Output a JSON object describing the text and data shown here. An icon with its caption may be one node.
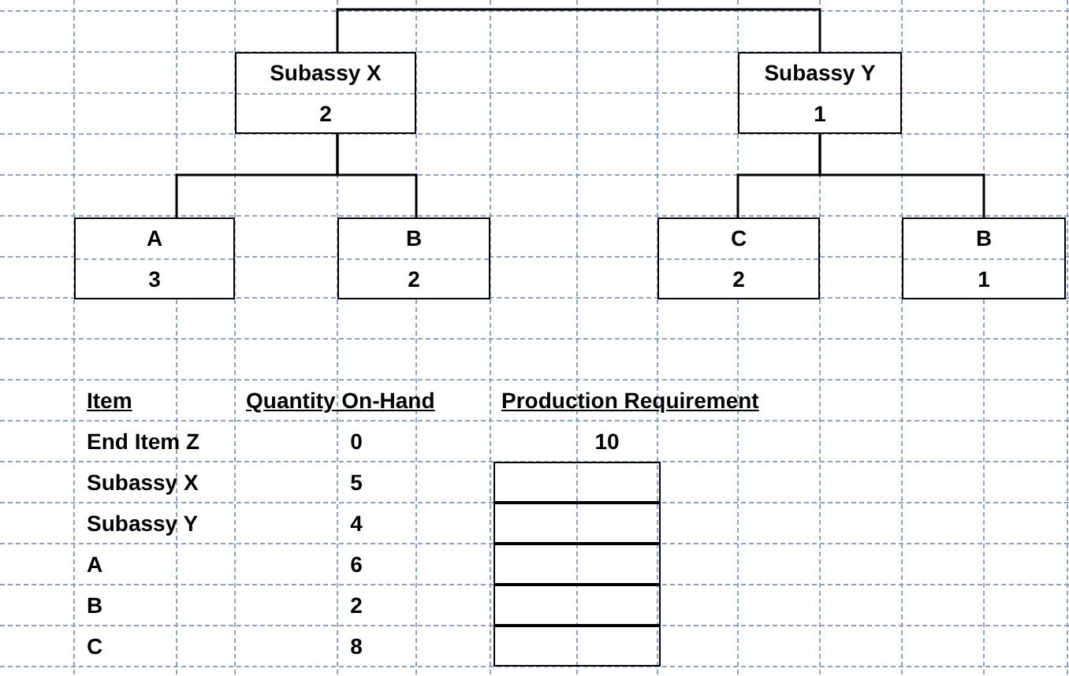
{
  "diagram": {
    "nodes": [
      {
        "text": [
          "Subassy X",
          "2"
        ]
      },
      {
        "text": [
          "Subassy Y",
          "1"
        ]
      },
      {
        "text": [
          "A",
          "3"
        ]
      },
      {
        "text": [
          "B",
          "2"
        ]
      },
      {
        "text": [
          "C",
          "2"
        ]
      },
      {
        "text": [
          "B",
          "1"
        ]
      }
    ],
    "edges": [
      {
        "from": 0,
        "to": 1,
        "arrow": "none"
      },
      {
        "from": 0,
        "to": 2,
        "arrow": "none"
      },
      {
        "from": 0,
        "to": 3,
        "arrow": "none"
      },
      {
        "from": 1,
        "to": 4,
        "arrow": "none"
      },
      {
        "from": 1,
        "to": 5,
        "arrow": "none"
      }
    ],
    "labels": [
      "Item",
      "Quantity On-Hand",
      "Production Requirement",
      "End Item Z",
      "0",
      "10",
      "Subassy X",
      "5",
      "Subassy Y",
      "4",
      "A",
      "6",
      "B",
      "2",
      "C",
      "8"
    ]
  }
}
